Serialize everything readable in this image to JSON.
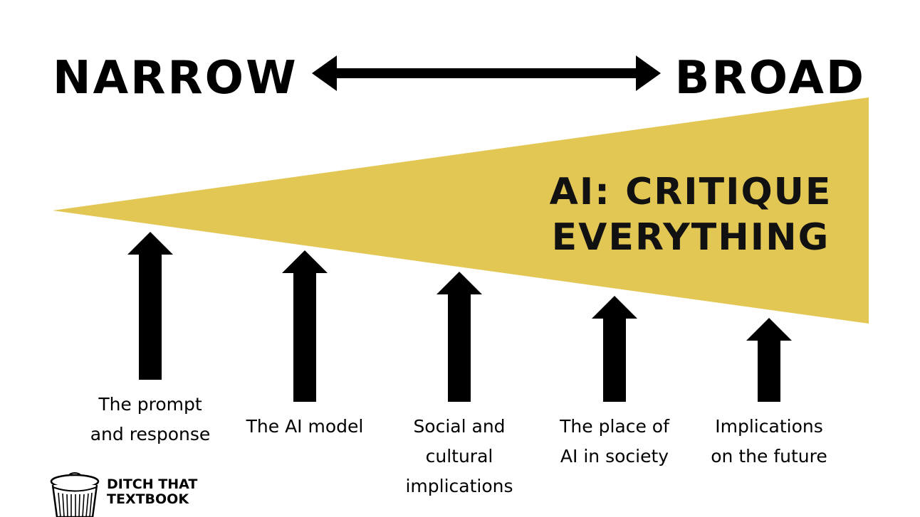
{
  "header": {
    "left_label": "NARROW",
    "right_label": "BROAD"
  },
  "title": {
    "lines": [
      "AI: CRITIQUE",
      "EVERYTHING"
    ]
  },
  "levels": [
    {
      "lines": [
        "The prompt",
        "and response"
      ]
    },
    {
      "lines": [
        "The AI model"
      ]
    },
    {
      "lines": [
        "Social and",
        "cultural",
        "implications"
      ]
    },
    {
      "lines": [
        "The place of",
        "AI in society"
      ]
    },
    {
      "lines": [
        "Implications",
        "on the future"
      ]
    }
  ],
  "logo": {
    "lines": [
      "DITCH THAT",
      "TEXTBOOK"
    ],
    "icon": "trash-can-icon"
  },
  "colors": {
    "wedge": "#E2C755",
    "ink": "#000000",
    "background": "#FFFFFF"
  }
}
